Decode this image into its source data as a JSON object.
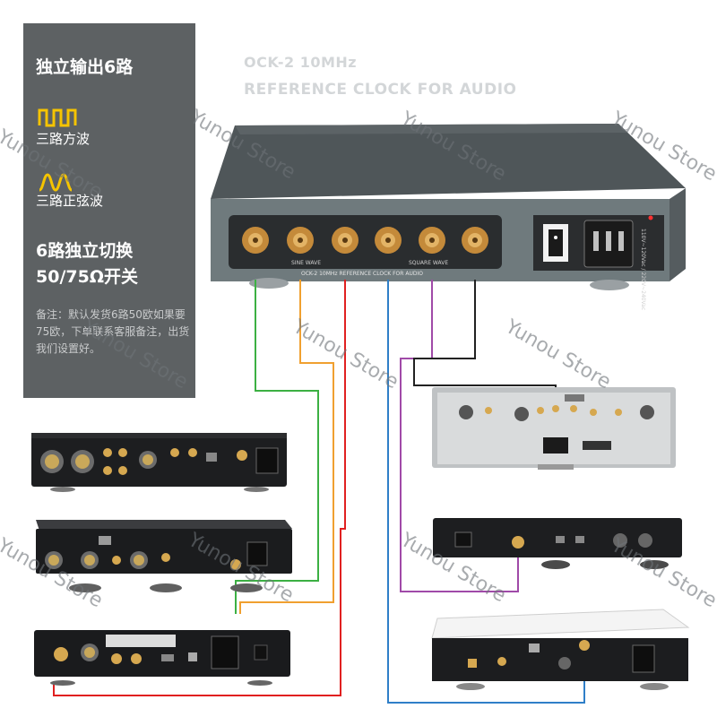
{
  "panel": {
    "title": "独立输出6路",
    "square_label": "三路方波",
    "sine_label": "三路正弦波",
    "switch_line1": "6路独立切换",
    "switch_line2": "50/75Ω开关",
    "note": "备注：默认发货6路50欧如果要75欧，下单联系客服备注，出货我们设置好。"
  },
  "product": {
    "line1": "OCK-2 10MHz",
    "line2": "REFERENCE CLOCK FOR AUDIO"
  },
  "clock_unit": {
    "front_label": "OCK-2 10MHz REFERENCE CLOCK FOR AUDIO",
    "sine_label": "SINE WAVE",
    "square_label": "SQUARE WAVE",
    "voltage_label": "110V~120Vac / 220V~240Vac"
  },
  "watermark": "Yunou Store",
  "colors": {
    "green": "#3cb043",
    "orange": "#f0a030",
    "red": "#e02020",
    "blue": "#2f7fc8",
    "purple": "#a04aa8",
    "black": "#222222"
  }
}
